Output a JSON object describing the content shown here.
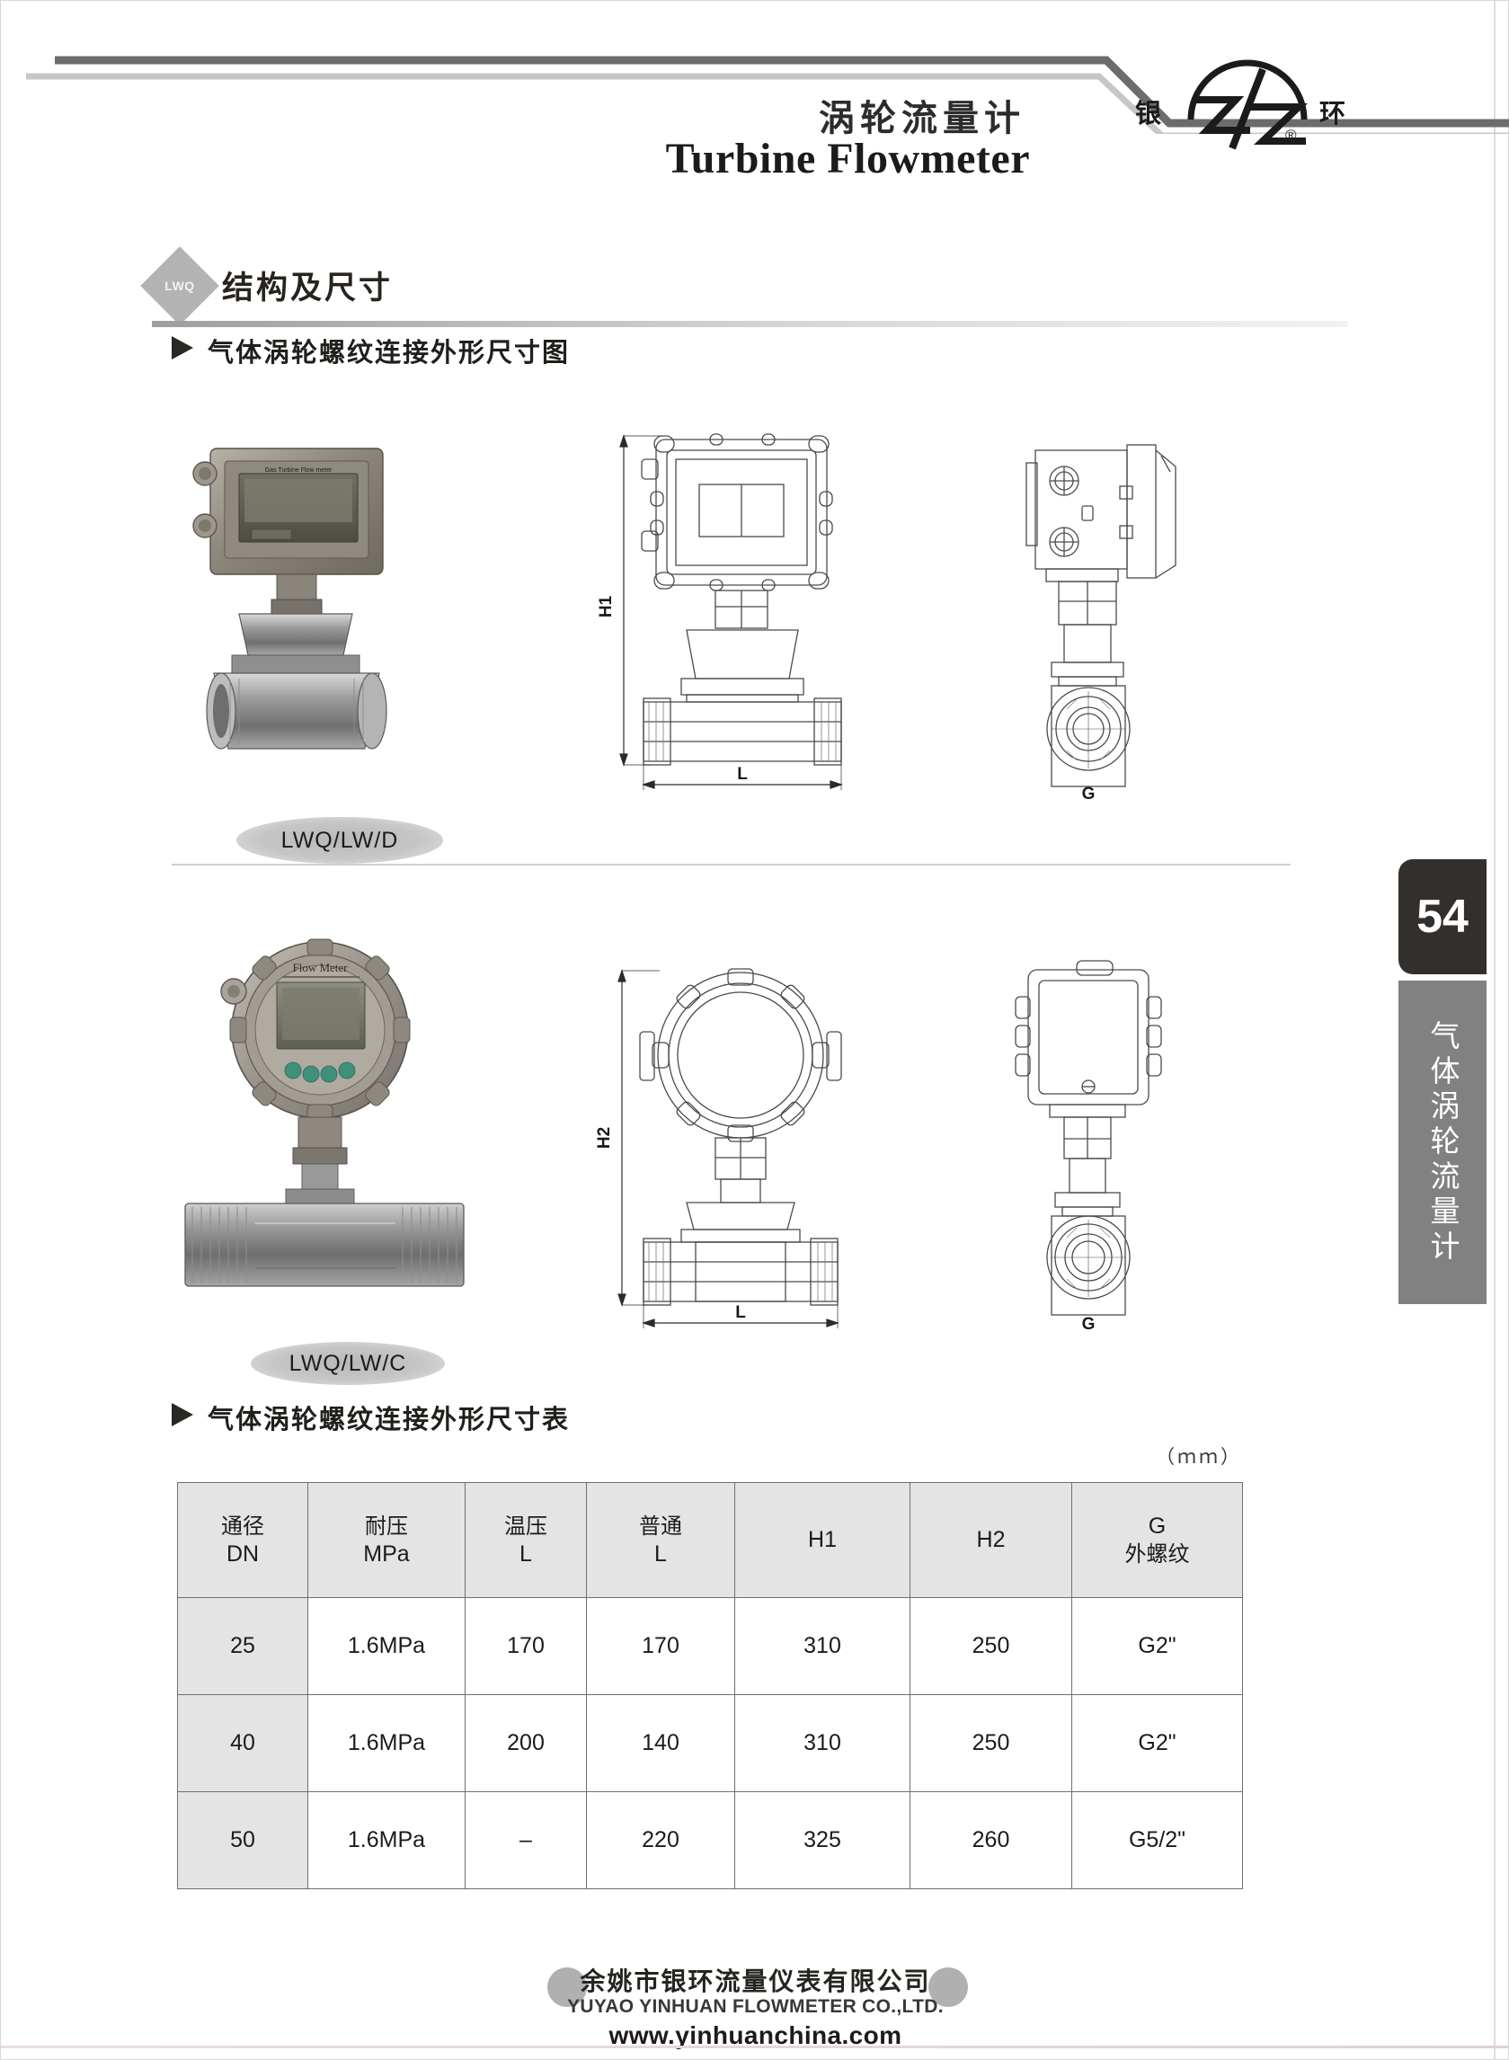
{
  "header": {
    "title_cn": "涡轮流量计",
    "title_en": "Turbine Flowmeter",
    "logo_left_cn": "银",
    "logo_right_cn": "环",
    "logo_reg_mark": "®"
  },
  "section": {
    "badge": "LWQ",
    "title": "结构及尺寸",
    "sub1": "气体涡轮螺纹连接外形尺寸图",
    "sub2": "气体涡轮螺纹连接外形尺寸表"
  },
  "figures": {
    "model1": "LWQ/LW/D",
    "model2": "LWQ/LW/C",
    "dim_h1": "H1",
    "dim_h2": "H2",
    "dim_l": "L",
    "dim_g": "G",
    "photo1_caption": "Gas Turbine Flow meter",
    "photo2_caption": "Flow Meter"
  },
  "table": {
    "unit_note": "（ｍｍ）",
    "headers": [
      {
        "cn": "通径",
        "en": "DN"
      },
      {
        "cn": "耐压",
        "en": "MPa"
      },
      {
        "cn": "温压",
        "en": "L"
      },
      {
        "cn": "普通",
        "en": "L"
      },
      {
        "cn": "",
        "en": "H1"
      },
      {
        "cn": "",
        "en": "H2"
      },
      {
        "cn": "外螺纹",
        "en": "G"
      }
    ],
    "rows": [
      [
        "25",
        "1.6MPa",
        "170",
        "170",
        "310",
        "250",
        "G2\""
      ],
      [
        "40",
        "1.6MPa",
        "200",
        "140",
        "310",
        "250",
        "G2\""
      ],
      [
        "50",
        "1.6MPa",
        "–",
        "220",
        "325",
        "260",
        "G5/2\""
      ]
    ]
  },
  "sidebar": {
    "page_number": "54",
    "vertical_label": "气体涡轮流量计"
  },
  "footer": {
    "company_cn": "余姚市银环流量仪表有限公司",
    "company_en": "YUYAO YINHUAN FLOWMETER CO.,LTD.",
    "website": "www.yinhuanchina.com"
  },
  "colors": {
    "dark": "#332f2c",
    "gray_tab": "#818181",
    "table_header_bg": "#e4e4e4",
    "rule": "#9e9e9e"
  }
}
